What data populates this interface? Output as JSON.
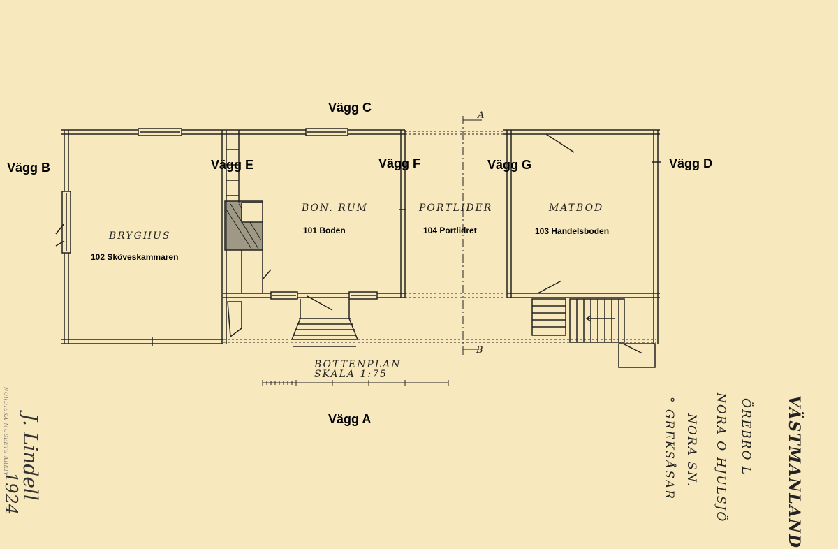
{
  "walls": {
    "a": "Vägg A",
    "b": "Vägg B",
    "c": "Vägg C",
    "d": "Vägg D",
    "e": "Vägg E",
    "f": "Vägg F",
    "g": "Vägg G"
  },
  "rooms": {
    "brygghus": {
      "name": "BRYGHUS",
      "id": "102 Sköveskammaren"
    },
    "bonrum": {
      "name": "BON. RUM",
      "id": "101 Boden"
    },
    "portlider": {
      "name": "PORTLIDER",
      "id": "104 Portlidret"
    },
    "matbod": {
      "name": "MATBOD",
      "id": "103 Handelsboden"
    }
  },
  "section_marks": {
    "top": "A",
    "bottom": "B"
  },
  "plan_title": "BOTTENPLAN",
  "scale": "SKALA 1:75",
  "location_block": [
    "VÄSTMANLAND",
    "ÖREBRO L",
    "NORA O HJULSJÖ",
    "NORA SN.",
    "° GREKSÅSAR"
  ],
  "signature": [
    "J. Lindell",
    "1924"
  ],
  "margin_stamp": "NORDISKA MUSEETS ARKIV",
  "colors": {
    "paper": "#f8e8bd",
    "ink": "#222222"
  }
}
